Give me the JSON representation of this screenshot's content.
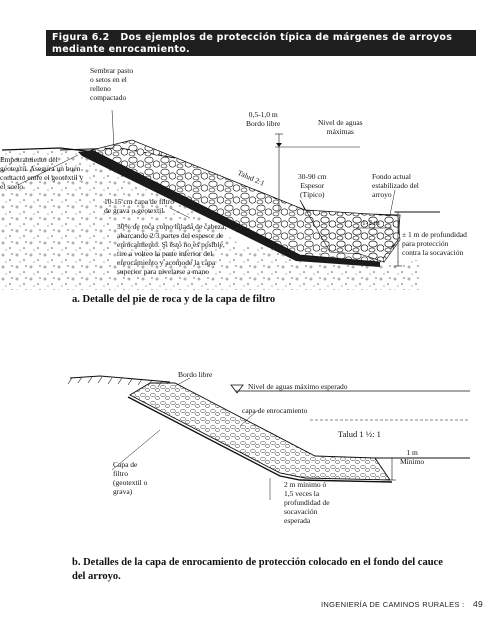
{
  "header": {
    "figure_number": "Figura 6.2",
    "title": "Dos ejemplos de protección típica de márgenes de arroyos mediante enrocamiento."
  },
  "diagram_a": {
    "label_sembrar": "Sembrar pasto\no setos en el\nrelleno\ncompactado",
    "label_bordo": "0,5-1,0 m\nBordo libre",
    "label_nivel": "Nivel de aguas\nmáximas",
    "label_empotramiento": "Empotramiento del\ngeotextil. Asegura un buen\ncontacto entre el geotextil y\nel suelo",
    "label_talud": "Talud 2:1",
    "label_espesor": "30-90 cm\nEspesor\n(Típico)",
    "label_fondo": "Fondo actual\nestabilizado del\narroyo",
    "label_filtro": "10-15 cm capa de filtro\nde grava o geotextil",
    "label_roca": "30% de roca como hilada de cabeza,\nabarcando 2/3 partes del espesor de\nenrocamiento. Si ésto no es posible,\ntire a volteo la parte inferior del\nenrocamiento y acomode la capa\nsuperior para nivelarse a mano",
    "label_12m": "1-2 m",
    "label_profundidad": "± 1 m de profundidad\npara protección\ncontra la socavación",
    "caption": "a. Detalle del pie de roca y de la capa de filtro"
  },
  "diagram_b": {
    "label_bordo": "Bordo libre",
    "label_nivel": "Nivel de aguas máximo esperado",
    "label_capa": "capa de enrocamiento",
    "label_talud": "Talud 1 ½: 1",
    "label_minimo": "1 m\nMínimo",
    "label_filtro": "Capa de\nfiltro\n(geotextil o\ngrava)",
    "label_socavacion": "2 m mínimo ó\n1,5 veces la\nprofundidad de\nsocavación\nesperada",
    "caption": "b. Detalles de la capa de enrocamiento de protección colocado en el fondo del cauce del arroyo."
  },
  "footer": {
    "text": "INGENIERÍA DE CAMINOS RURALES",
    "separator": ":",
    "page": "49"
  }
}
